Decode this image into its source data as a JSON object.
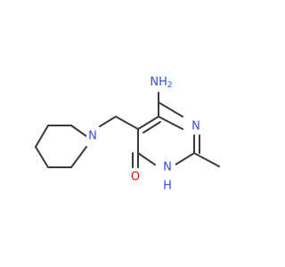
{
  "molecule": {
    "colors": {
      "bond": "#3a3a3a",
      "nitrogen": "#3050d8",
      "oxygen": "#e01010"
    },
    "labels": {
      "amino": "NH2",
      "amino_n": "N",
      "amino_h": "H",
      "amino_sub": "2",
      "ring_n_top": "N",
      "ring_nh_n": "N",
      "ring_nh_h": "H",
      "carbonyl_o": "O",
      "piperidine_n": "N"
    }
  }
}
